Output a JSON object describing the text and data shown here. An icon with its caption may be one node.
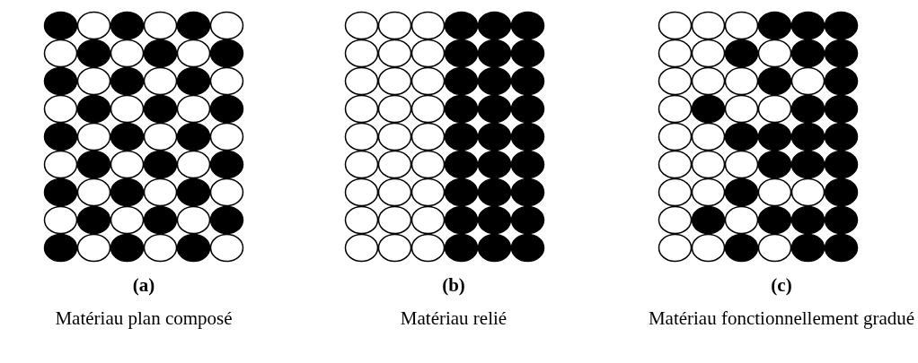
{
  "diagram": {
    "labels": [
      "(a)",
      "(b)",
      "(c)",
      "Matériau plan composé",
      "Matériau relié",
      "Matériau fonctionnellement gradué"
    ]
  }
}
